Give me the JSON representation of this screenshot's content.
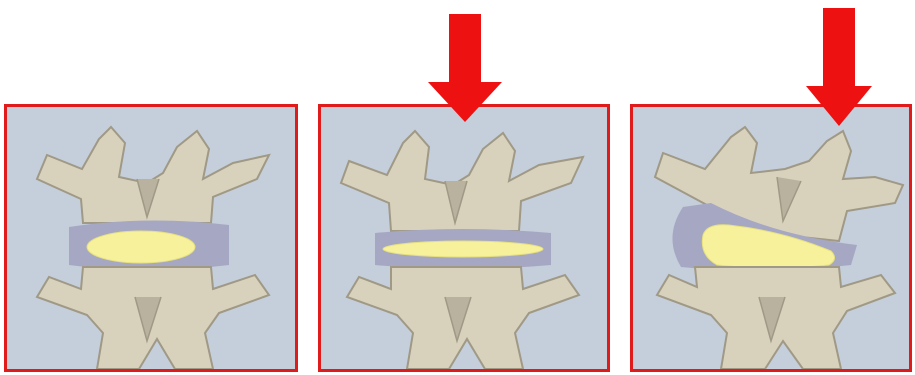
{
  "colors": {
    "frame": "#e01b1b",
    "panel_bg": "#c5cedb",
    "bone": "#d8d2bd",
    "bone_shade": "#9f9985",
    "annulus": "#a6a7c2",
    "nucleus": "#f6f19a",
    "arrow": "#ee1111"
  },
  "panels": [
    {
      "state": "neutral",
      "load": false
    },
    {
      "state": "axial-compression",
      "load": true
    },
    {
      "state": "off-center-load-bulge",
      "load": true
    }
  ],
  "icons": {
    "load_arrow": "down-arrow-icon"
  }
}
